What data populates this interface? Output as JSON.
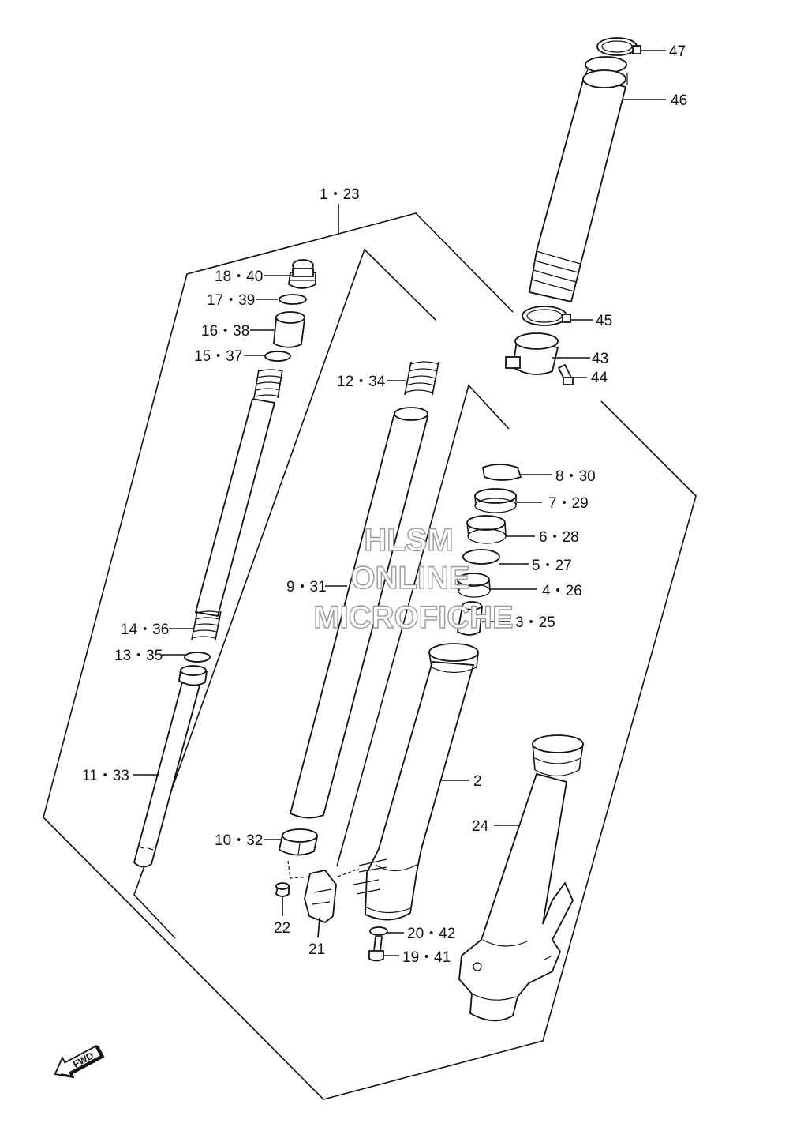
{
  "labels": {
    "l47": "47",
    "l46": "46",
    "l1_23": "1・23",
    "l18_40": "18・40",
    "l17_39": "17・39",
    "l16_38": "16・38",
    "l15_37": "15・37",
    "l12_34": "12・34",
    "l45": "45",
    "l43": "43",
    "l44": "44",
    "l8_30": "8・30",
    "l7_29": "7・29",
    "l6_28": "6・28",
    "l5_27": "5・27",
    "l4_26": "4・26",
    "l3_25": "3・25",
    "l9_31": "9・31",
    "l14_36": "14・36",
    "l13_35": "13・35",
    "l11_33": "11・33",
    "l2": "2",
    "l24": "24",
    "l10_32": "10・32",
    "l22": "22",
    "l21": "21",
    "l20_42": "20・42",
    "l19_41": "19・41"
  },
  "watermark": {
    "line1": "HLSM",
    "line2": "ONLINE",
    "line3": "MICROFICHE"
  },
  "fwd_label": "FWD"
}
